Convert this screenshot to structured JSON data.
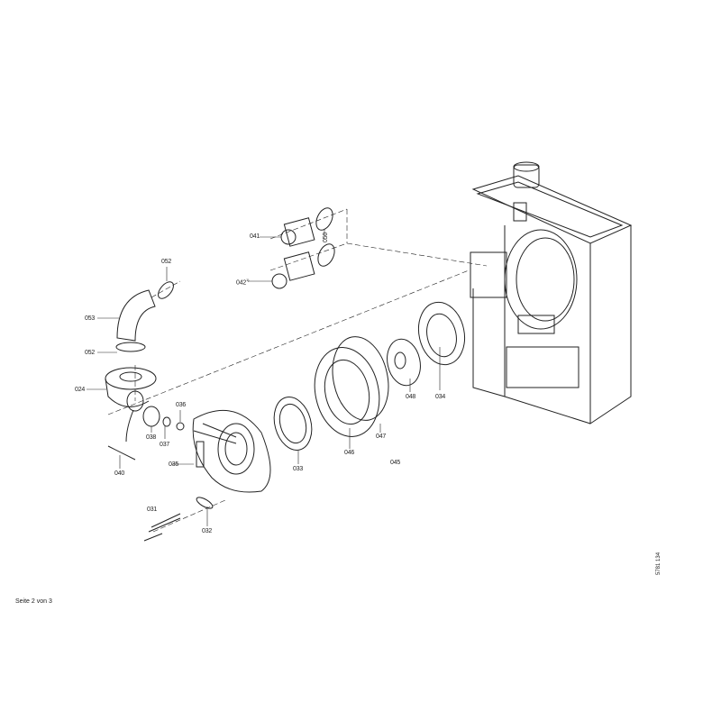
{
  "parts": {
    "p041": "041",
    "p042": "042",
    "p042_sup": "1)",
    "p050": "050",
    "p052a": "052",
    "p053": "053",
    "p052b": "052",
    "p024": "024",
    "p036": "036",
    "p038": "038",
    "p037": "037",
    "p040": "040",
    "p035": "035",
    "p031": "031",
    "p032": "032",
    "p033": "033",
    "p046": "046",
    "p047": "047",
    "p045": "045",
    "p048": "048",
    "p034": "034"
  },
  "footer": {
    "page": "Seite 2 von 3",
    "code": "5781 134"
  }
}
